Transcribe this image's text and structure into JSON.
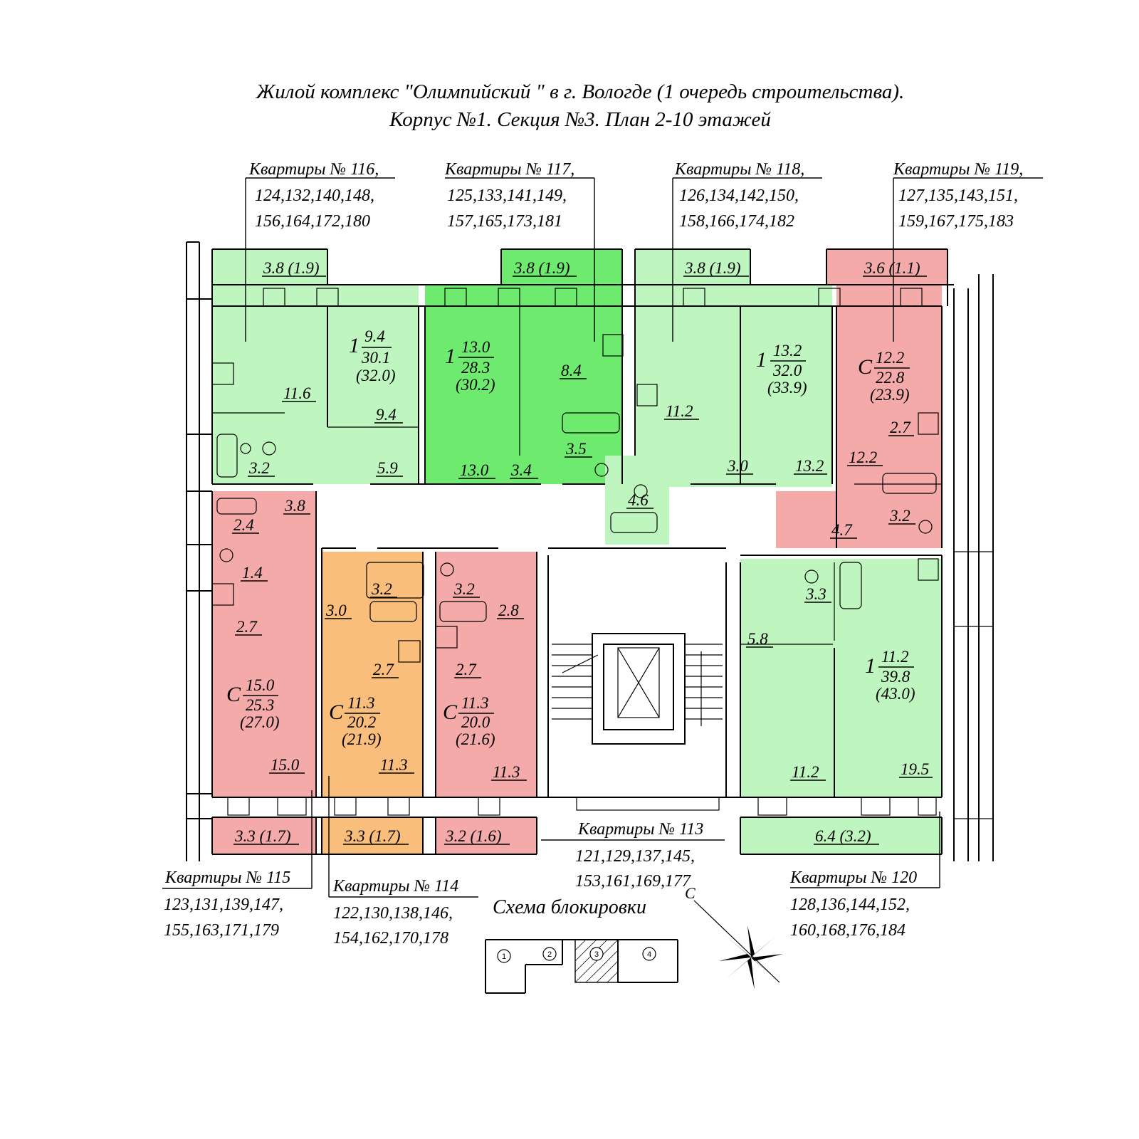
{
  "title": {
    "line1": "Жилой комплекс \"Олимпийский \" в г. Вологде (1 очередь строительства).",
    "line2": "Корпус №1. Секция №3. План 2-10 этажей"
  },
  "colors": {
    "light_green": "#bff5bf",
    "green": "#6eeb6e",
    "pink": "#f5aaaa",
    "orange": "#f9bd7c"
  },
  "apartments": {
    "a116": {
      "header": "Квартиры № 116,",
      "line2": "124,132,140,148,",
      "line3": "156,164,172,180",
      "rooms": "1",
      "living": "9.4",
      "total": "30.1",
      "total_balc": "(32.0)",
      "balcony": "3.8 (1.9)",
      "kitchen": "11.6",
      "bath": "3.2",
      "hall": "5.9",
      "room": "9.4"
    },
    "a117": {
      "header": "Квартиры № 117,",
      "line2": "125,133,141,149,",
      "line3": "157,165,173,181",
      "rooms": "1",
      "living": "13.0",
      "total": "28.3",
      "total_balc": "(30.2)",
      "balcony": "3.8 (1.9)",
      "kitchen": "8.4",
      "bath": "3.5",
      "hall": "3.4",
      "room": "13.0"
    },
    "a118": {
      "header": "Квартиры № 118,",
      "line2": "126,134,142,150,",
      "line3": "158,166,174,182",
      "rooms": "1",
      "living": "13.2",
      "total": "32.0",
      "total_balc": "(33.9)",
      "balcony": "3.8 (1.9)",
      "kitchen": "11.2",
      "bath": "4.6",
      "hall": "3.0",
      "room": "13.2"
    },
    "a119": {
      "header": "Квартиры № 119,",
      "line2": "127,135,143,151,",
      "line3": "159,167,175,183",
      "rooms": "С",
      "living": "12.2",
      "total": "22.8",
      "total_balc": "(23.9)",
      "balcony": "3.6 (1.1)",
      "kitchen": "2.7",
      "room": "12.2",
      "bath": "3.2",
      "hall": "4.7"
    },
    "a115": {
      "header": "Квартиры № 115",
      "line2": "123,131,139,147,",
      "line3": "155,163,171,179",
      "rooms": "С",
      "living": "15.0",
      "total": "25.3",
      "total_balc": "(27.0)",
      "balcony": "3.3 (1.7)",
      "hall": "3.8",
      "bath": "2.4",
      "wc": "1.4",
      "kitchen": "2.7",
      "room": "15.0"
    },
    "a114": {
      "header": "Квартиры № 114",
      "line2": "122,130,138,146,",
      "line3": "154,162,170,178",
      "rooms": "С",
      "living": "11.3",
      "total": "20.2",
      "total_balc": "(21.9)",
      "balcony": "3.3 (1.7)",
      "hall": "3.0",
      "bath": "3.2",
      "kitchen": "2.7",
      "room": "11.3"
    },
    "a113": {
      "header": "Квартиры № 113",
      "line2": "121,129,137,145,",
      "line3": "153,161,169,177",
      "rooms": "С",
      "living": "11.3",
      "total": "20.0",
      "total_balc": "(21.6)",
      "balcony": "3.2 (1.6)",
      "hall": "2.8",
      "bath": "3.2",
      "kitchen": "2.7",
      "room": "11.3"
    },
    "a120": {
      "header": "Квартиры № 120",
      "line2": "128,136,144,152,",
      "line3": "160,168,176,184",
      "rooms": "1",
      "living": "11.2",
      "total": "39.8",
      "total_balc": "(43.0)",
      "balcony": "6.4 (3.2)",
      "bath": "3.3",
      "hall": "5.8",
      "kitchen": "11.2",
      "room": "19.5"
    }
  },
  "scheme": {
    "title": "Схема блокировки",
    "sections": [
      "1",
      "2",
      "3",
      "4"
    ],
    "highlighted": "3"
  },
  "compass": {
    "north": "С"
  }
}
